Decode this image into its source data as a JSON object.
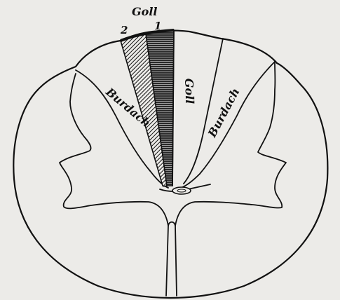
{
  "labels": {
    "goll_top": "Goll",
    "marker_2": "2",
    "marker_1": "1",
    "goll_inner": "Goll",
    "burdach_left": "Burdach",
    "burdach_right": "Burdach"
  }
}
